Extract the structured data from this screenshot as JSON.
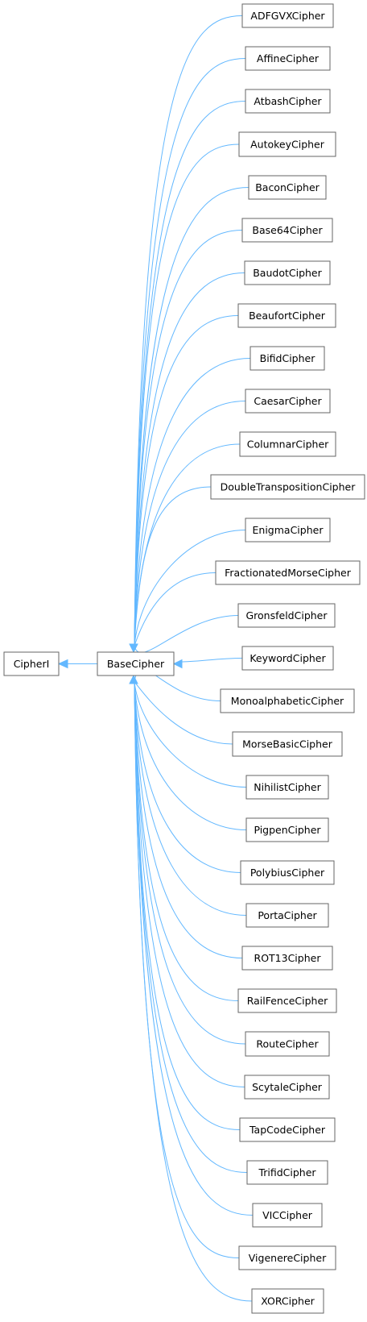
{
  "diagram": {
    "root": "CipherI",
    "base": "BaseCipher",
    "edge_color": "#63b8ff",
    "node_border_color": "#666666",
    "subclasses": [
      "ADFGVXCipher",
      "AffineCipher",
      "AtbashCipher",
      "AutokeyCipher",
      "BaconCipher",
      "Base64Cipher",
      "BaudotCipher",
      "BeaufortCipher",
      "BifidCipher",
      "CaesarCipher",
      "ColumnarCipher",
      "DoubleTranspositionCipher",
      "EnigmaCipher",
      "FractionatedMorseCipher",
      "GronsfeldCipher",
      "KeywordCipher",
      "MonoalphabeticCipher",
      "MorseBasicCipher",
      "NihilistCipher",
      "PigpenCipher",
      "PolybiusCipher",
      "PortaCipher",
      "ROT13Cipher",
      "RailFenceCipher",
      "RouteCipher",
      "ScytaleCipher",
      "TapCodeCipher",
      "TrifidCipher",
      "VICCipher",
      "VigenereCipher",
      "XORCipher"
    ]
  }
}
